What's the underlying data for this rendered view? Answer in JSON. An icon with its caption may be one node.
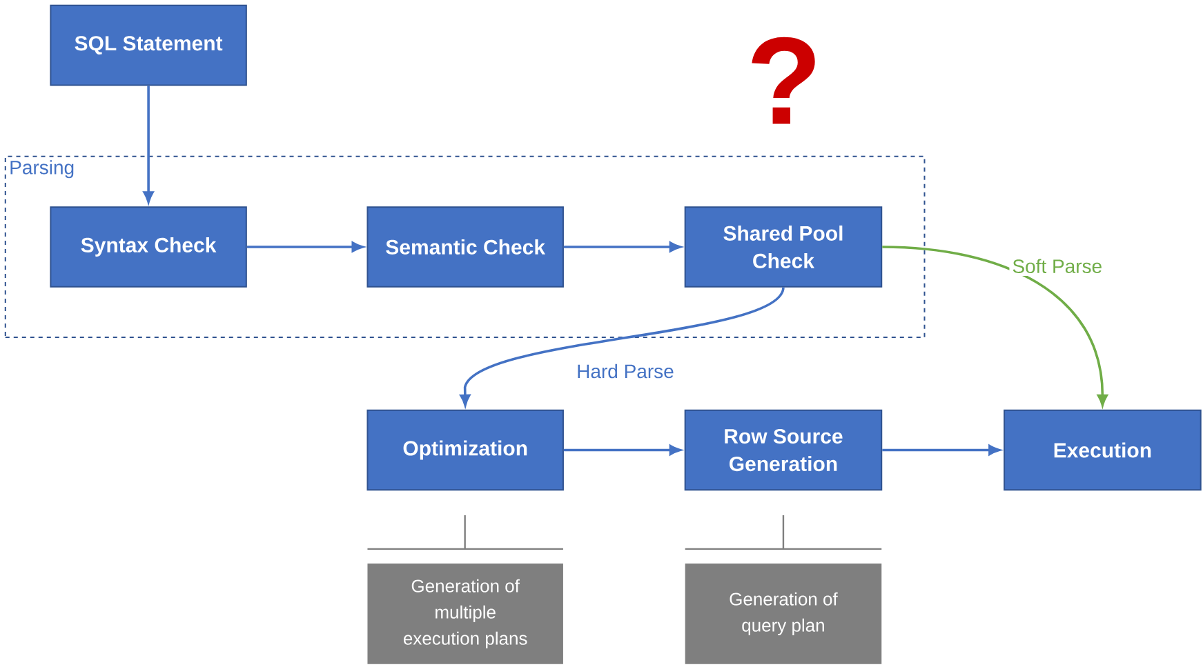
{
  "diagram": {
    "nodes": [
      {
        "text": [
          "Parsing"
        ]
      },
      {
        "text": [
          "SQL Statement"
        ]
      },
      {
        "text": [
          "Syntax Check"
        ],
        "in": 0
      },
      {
        "text": [
          "Semantic Check"
        ],
        "in": 0
      },
      {
        "text": [
          "Shared Pool Check"
        ],
        "in": 0
      },
      {
        "text": [
          "Optimization"
        ]
      },
      {
        "text": [
          "Row Source Generation"
        ]
      },
      {
        "text": [
          "Execution"
        ]
      },
      {
        "text": [
          "Generation of multiple execution plans"
        ]
      },
      {
        "text": [
          "Generation of query plan"
        ]
      }
    ],
    "edges": [
      {
        "from": 1,
        "to": 2,
        "arrow": "to"
      },
      {
        "from": 2,
        "to": 3,
        "arrow": "to"
      },
      {
        "from": 3,
        "to": 4,
        "arrow": "to"
      },
      {
        "from": 4,
        "to": 5,
        "arrow": "to",
        "label": "Hard Parse"
      },
      {
        "from": 4,
        "to": 7,
        "arrow": "to",
        "label": "Soft Parse",
        "color": "#70ad47"
      },
      {
        "from": 5,
        "to": 6,
        "arrow": "to"
      },
      {
        "from": 6,
        "to": 7,
        "arrow": "to"
      }
    ],
    "labels": [
      "?"
    ]
  }
}
